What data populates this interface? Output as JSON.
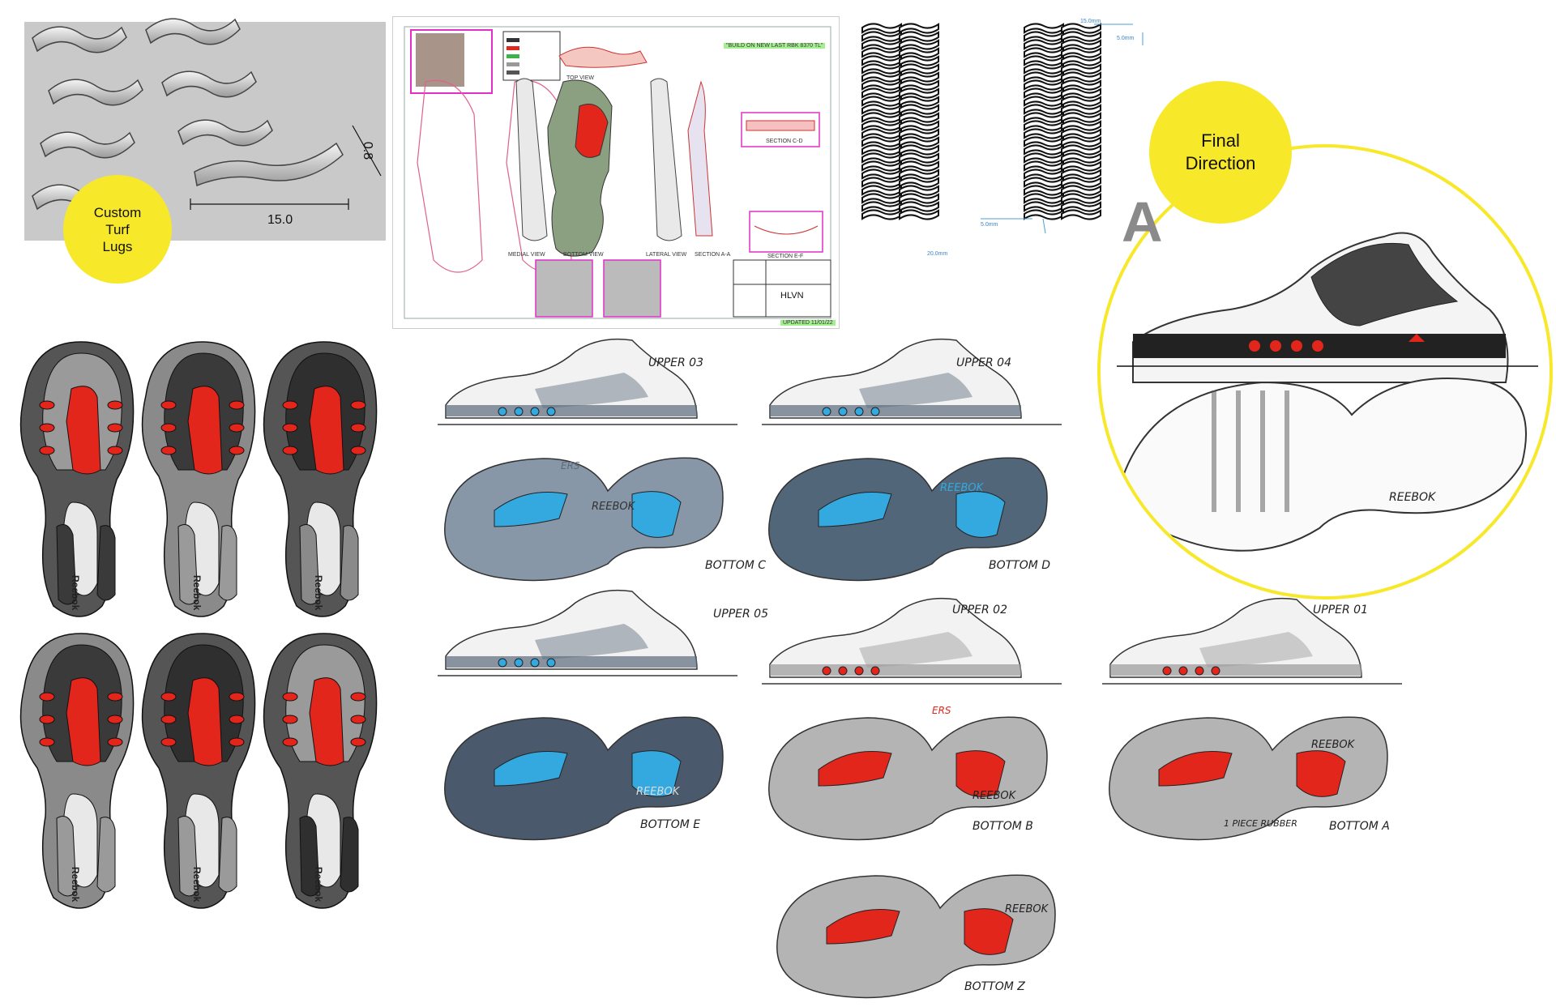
{
  "badges": {
    "turf": "Custom\nTurf\nLugs",
    "final": "Final\nDirection"
  },
  "lug_dims": {
    "width": "15.0",
    "height": "0.8"
  },
  "tread_dims": {
    "top_w": "15.0mm",
    "top_h": "5.0mm",
    "bottom_w": "20.0mm",
    "bottom_h": "5.0mm"
  },
  "techpack": {
    "build_note": "\"BUILD ON NEW LAST RBK 8370 TL\"",
    "hlvn": "HLVN",
    "updated": "UPDATED 11/01/22",
    "views": [
      "MEDIAL VIEW",
      "BOTTOM VIEW",
      "LATERAL VIEW",
      "SECTION A-A"
    ],
    "top_view": "TOP VIEW",
    "section_cd": "SECTION C-D",
    "section_ef": "SECTION E-F"
  },
  "final_letter": "A",
  "sole_brand": "Reebok",
  "sketch_brand": "REEBOK",
  "sketch_labels": {
    "upper_03": "UPPER 03",
    "upper_04": "UPPER 04",
    "upper_05": "UPPER 05",
    "upper_02": "UPPER 02",
    "upper_01": "UPPER 01",
    "bottom_c": "BOTTOM C",
    "bottom_d": "BOTTOM D",
    "bottom_e": "BOTTOM E",
    "bottom_b": "BOTTOM B",
    "bottom_a": "BOTTOM A",
    "bottom_z": "BOTTOM Z",
    "ers": "ERS",
    "rubber_note": "1 PIECE RUBBER"
  },
  "colors": {
    "yellow": "#f7e82a",
    "red": "#e3261c",
    "blue": "#33a9e0",
    "slate": "#5b6b7c",
    "grey": "#9a9a9a",
    "dark": "#3a3a3a",
    "magenta": "#e030c8"
  }
}
